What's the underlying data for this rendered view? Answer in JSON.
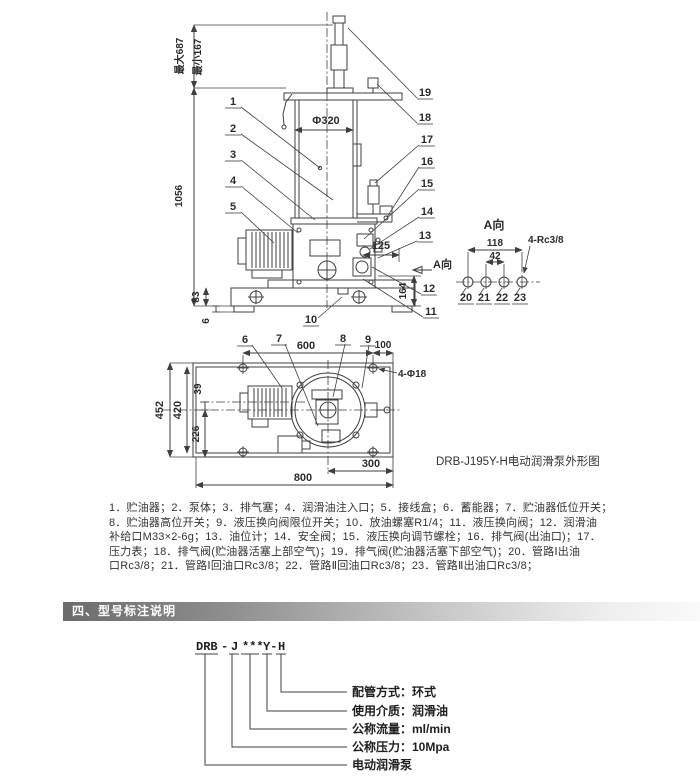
{
  "front_view": {
    "dims": {
      "dia": "Φ320",
      "max_h": "最大687",
      "min_h": "最小167",
      "total_h": "1056",
      "base_h": "83",
      "pad_h": "6",
      "w125": "125",
      "h164": "164",
      "view_arrow": "A向"
    }
  },
  "top_view": {
    "dims": {
      "w600": "600",
      "w100": "100",
      "holes": "4-Φ18",
      "h452": "452",
      "h420": "420",
      "h39": "39",
      "h226": "226",
      "w300": "300",
      "w800": "800"
    }
  },
  "a_view": {
    "title": "A向",
    "d118": "118",
    "d42": "42",
    "thread": "4-Rc3/8",
    "ports": [
      "20",
      "21",
      "22",
      "23"
    ]
  },
  "part_labels": [
    "1",
    "2",
    "3",
    "4",
    "5",
    "6",
    "7",
    "8",
    "9",
    "10",
    "11",
    "12",
    "13",
    "14",
    "15",
    "16",
    "17",
    "18",
    "19"
  ],
  "caption": "DRB-J195Y-H电动润滑泵外形图",
  "parts_text": {
    "lines": [
      "1．贮油器；2．泵体；3．排气塞；4．润滑油注入口；5．接线盒；6．蓄能器；7．贮油器低位开关；",
      "8．贮油器高位开关；9．液压换向阀限位开关；10．放油螺塞R1/4；11．液压换向阀；12．润滑油",
      "补给口M33×2-6g；13．油位计；14．安全阀；15．液压换向调节螺栓；16．排气阀(出油口)；17．",
      "压力表；18．排气阀(贮油器活塞上部空气)；19．排气阀(贮油器活塞下部空气)；20．管路Ⅰ出油",
      "口Rc3/8；21．管路Ⅰ回油口Rc3/8；22．管路Ⅱ回油口Rc3/8；23．管路Ⅱ出油口Rc3/8；"
    ]
  },
  "section": {
    "title": "四、型号标注说明"
  },
  "model": {
    "segments": [
      "DRB",
      "-",
      "J",
      "***",
      "Y-",
      "H"
    ],
    "labels": [
      "配管方式：环式",
      "使用介质：润滑油",
      "公称流量：ml/min",
      "公称压力：10Mpa",
      "电动润滑泵"
    ]
  },
  "colors": {
    "line": "#3f3f3f",
    "text": "#2b2b2b",
    "header_left": "#6b6b6b",
    "header_right": "#fafafa"
  }
}
